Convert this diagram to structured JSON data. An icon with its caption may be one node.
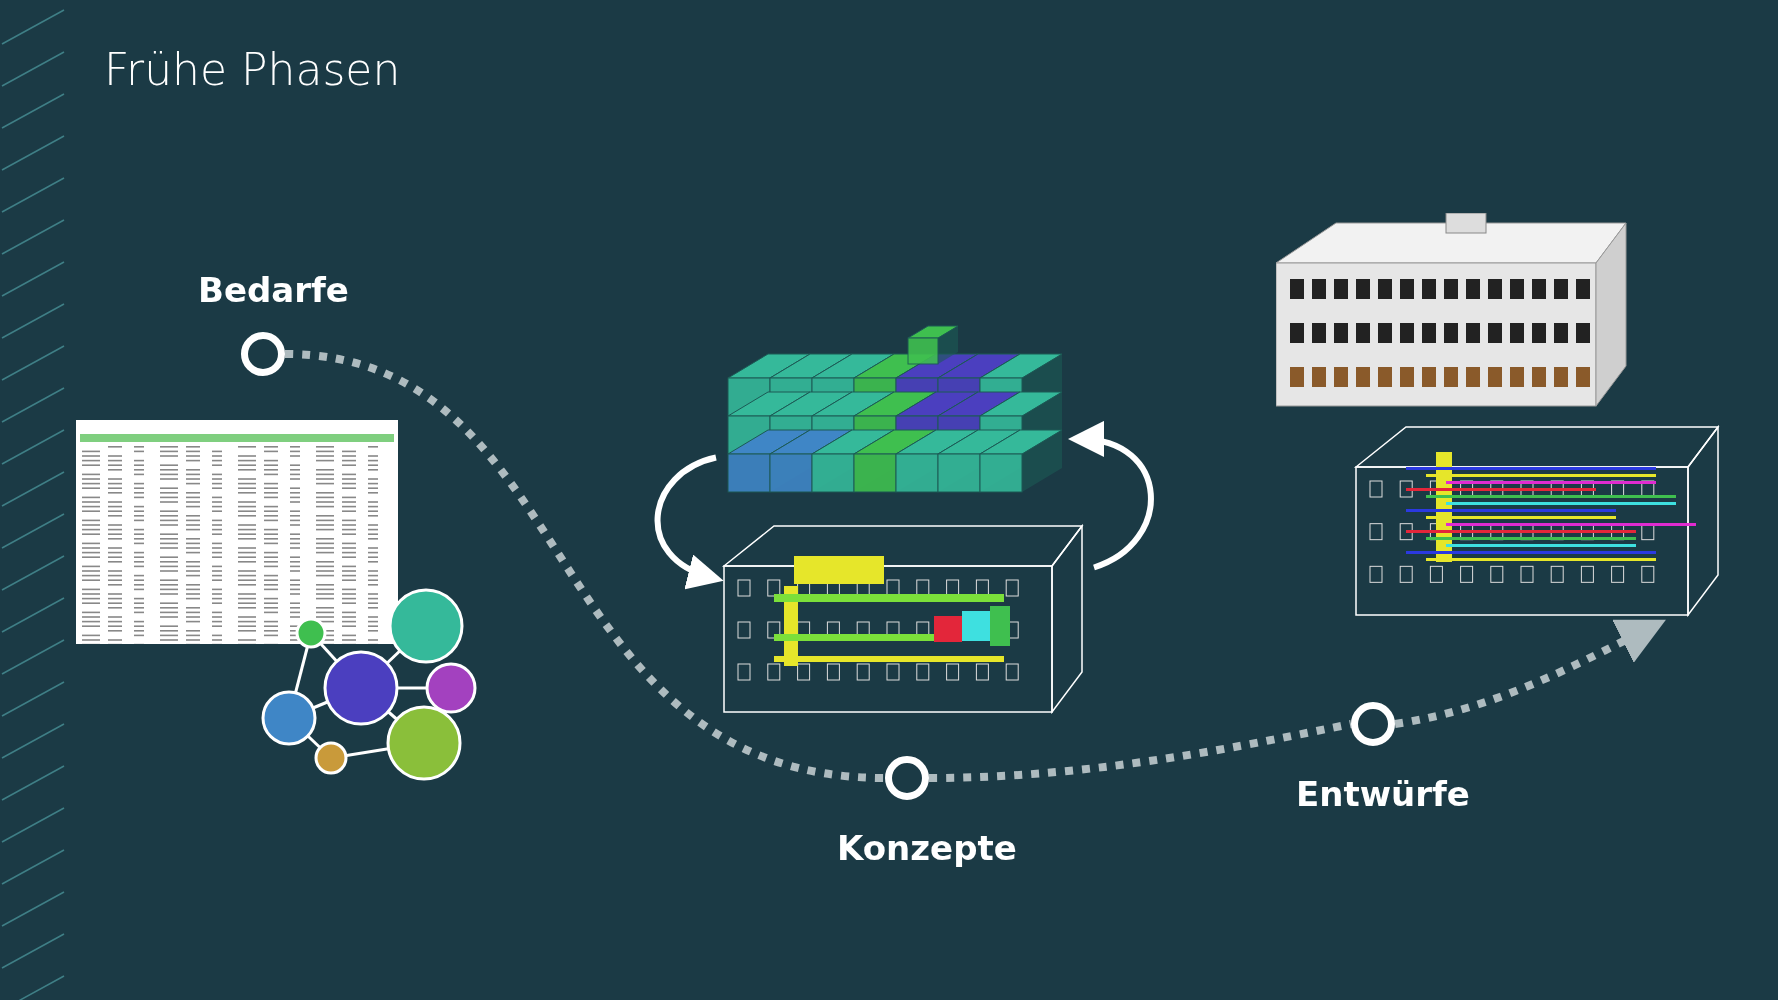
{
  "diagram": {
    "title": "Frühe Phasen",
    "nodes": [
      {
        "text": [
          "Bedarfe"
        ]
      },
      {
        "text": [
          "Konzepte"
        ]
      },
      {
        "text": [
          "Entwürfe"
        ]
      },
      {
        "text": [],
        "shape": "picture"
      },
      {
        "text": [],
        "shape": "picture"
      },
      {
        "text": [],
        "shape": "picture"
      },
      {
        "text": [],
        "shape": "picture"
      },
      {
        "text": [],
        "shape": "picture"
      },
      {
        "text": [],
        "shape": "picture"
      }
    ],
    "edges": [
      {
        "from": 0,
        "to": 1,
        "arrow": "none",
        "style": "dashed"
      },
      {
        "from": 1,
        "to": 2,
        "arrow": "none",
        "style": "dashed"
      },
      {
        "from": 2,
        "to": 8,
        "arrow": "to",
        "style": "dashed"
      },
      {
        "from": 5,
        "to": 6,
        "arrow": "to",
        "color": "#ffffff"
      },
      {
        "from": 6,
        "to": 5,
        "arrow": "to",
        "color": "#ffffff"
      }
    ]
  }
}
